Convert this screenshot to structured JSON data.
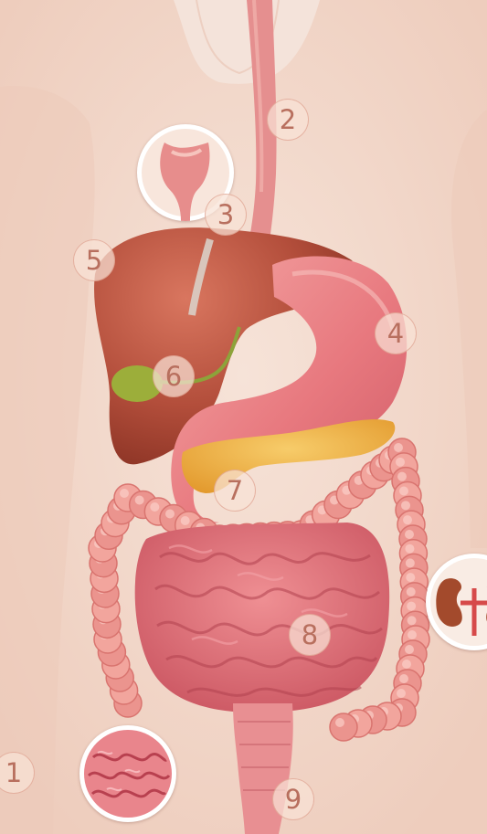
{
  "colors": {
    "background": "#f4e3da",
    "skin": "#f3dcd0",
    "skin_shadow": "#e9c9b9",
    "liver": "#b9523f",
    "stomach": "#e98a8c",
    "gallbladder": "#9cae3a",
    "pancreas": "#efb247",
    "small_intestine": "#dd6f77",
    "large_intestine": "#f1a39b",
    "marker_text": "#b86f5e"
  },
  "markers": [
    {
      "id": "1",
      "label": "1"
    },
    {
      "id": "2",
      "label": "2"
    },
    {
      "id": "3",
      "label": "3"
    },
    {
      "id": "4",
      "label": "4"
    },
    {
      "id": "5",
      "label": "5"
    },
    {
      "id": "6",
      "label": "6"
    },
    {
      "id": "7",
      "label": "7"
    },
    {
      "id": "8",
      "label": "8"
    },
    {
      "id": "9",
      "label": "9"
    }
  ],
  "insets": [
    {
      "id": "throat",
      "icon": "throat-detail-icon"
    },
    {
      "id": "villi",
      "icon": "intestine-villi-icon"
    },
    {
      "id": "kidney",
      "icon": "kidney-icon"
    }
  ]
}
